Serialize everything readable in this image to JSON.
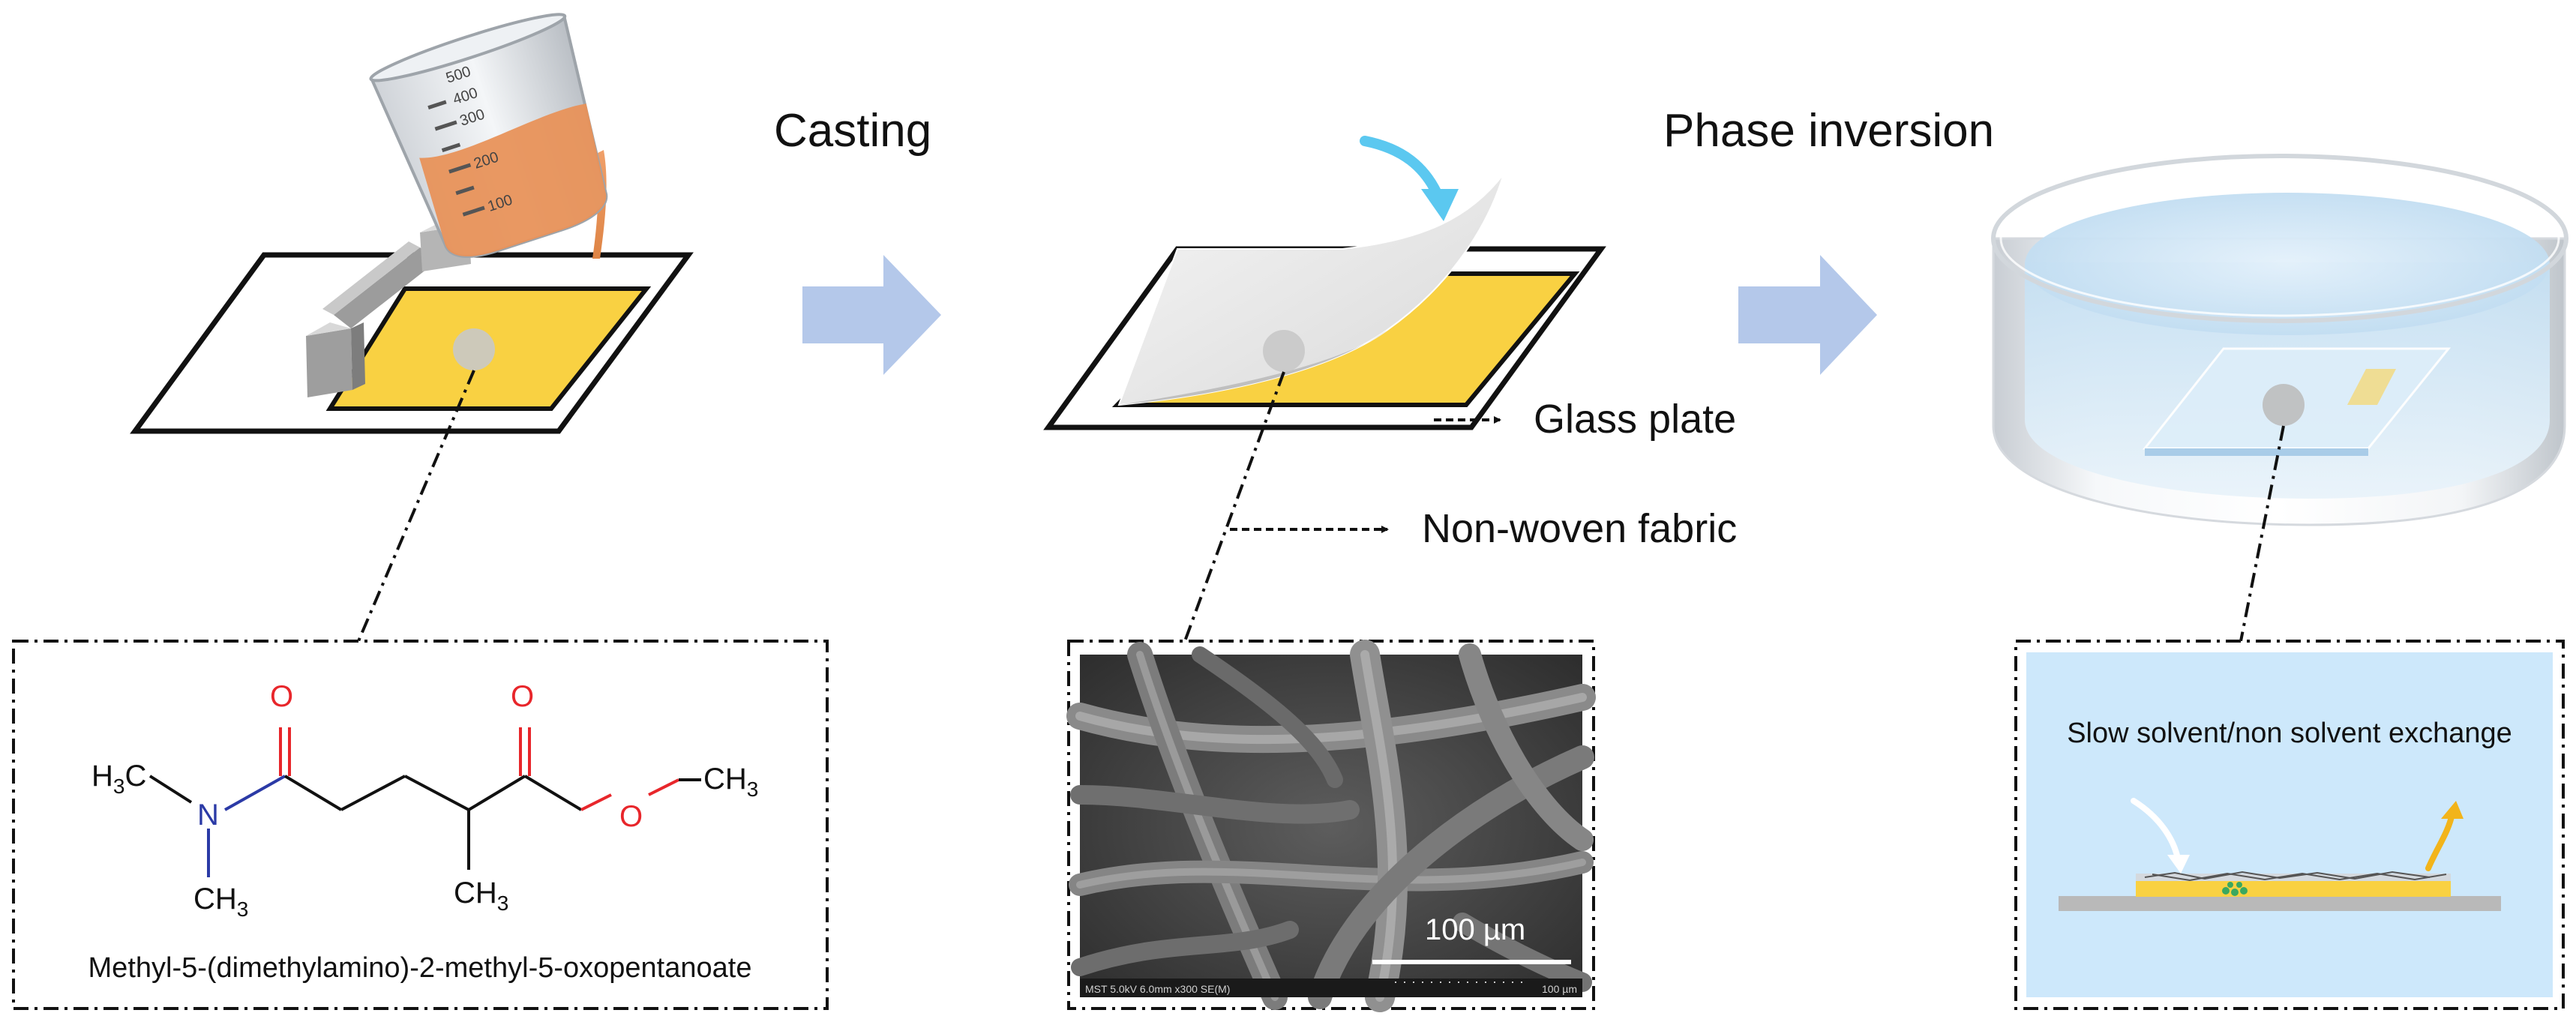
{
  "steps": {
    "casting": "Casting",
    "phase_inversion": "Phase inversion"
  },
  "labels": {
    "glass_plate": "Glass plate",
    "non_woven_fabric": "Non-woven fabric",
    "scale_bar": "100 µm",
    "sem_footer_left": "MST 5.0kV 6.0mm x300 SE(M)",
    "sem_footer_right": "100 µm",
    "slow_exchange": "Slow solvent/non solvent exchange"
  },
  "molecule": {
    "name": "Methyl-5-(dimethylamino)-2-methyl-5-oxopentanoate",
    "atoms": {
      "o1": "O",
      "o2": "O",
      "o3": "O",
      "n": "N",
      "h3c": "H",
      "h3c_sub": "3",
      "h3c_c": "C",
      "ch3": "CH",
      "ch3_sub": "3"
    }
  },
  "beaker": {
    "ticks": [
      "100",
      "200",
      "300",
      "400",
      "500"
    ]
  },
  "colors": {
    "arrow": "#b4c8ea",
    "curve_arrow": "#5bc8f0",
    "polymer": "#f9d142",
    "casting_solution": "#e8925a",
    "nonsolvent_bath": "#cfe7f7",
    "exchange_panel": "#cde8fb",
    "oxygen": "#e8262b",
    "nitrogen": "#2b3aa6",
    "release_arrow": "#f2b41a"
  }
}
